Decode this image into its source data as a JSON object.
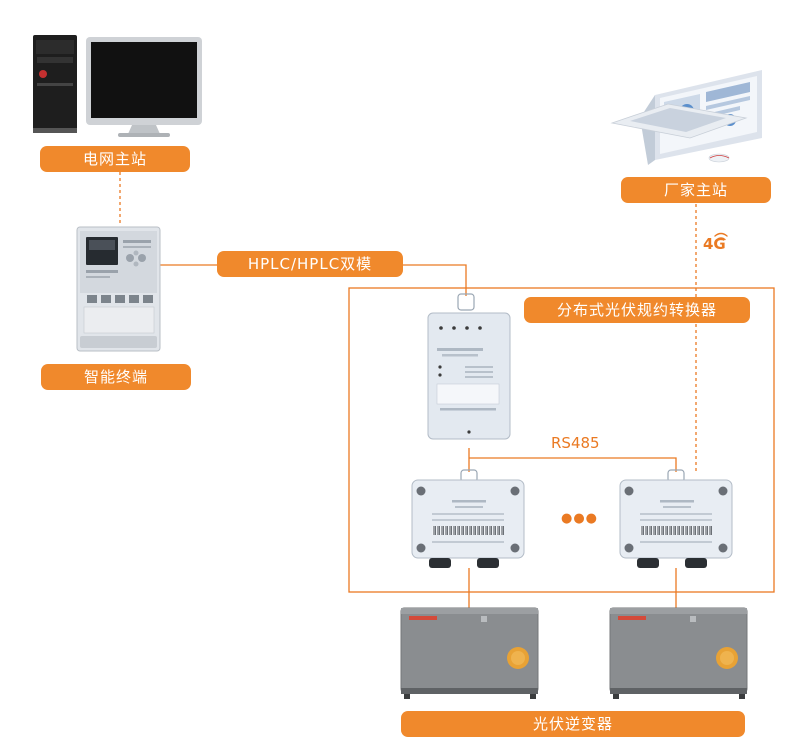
{
  "labels": {
    "grid_master": "电网主站",
    "vendor_master": "厂家主站",
    "smart_terminal": "智能终端",
    "hplc": "HPLC/HPLC双模",
    "converter": "分布式光伏规约转换器",
    "rs485": "RS485",
    "network": "4G",
    "inverter": "光伏逆变器",
    "ellipsis": "●●●"
  },
  "colors": {
    "accent": "#f0892c",
    "line": "#ea7a23",
    "monitor": "#1a1a1a",
    "inverter": "#8c8f92"
  },
  "icons": [
    "desktop-pc-icon",
    "laptop-dashboard-icon",
    "smart-meter-icon",
    "converter-device-icon",
    "interface-module-icon",
    "inverter-icon",
    "wifi-signal-icon"
  ]
}
